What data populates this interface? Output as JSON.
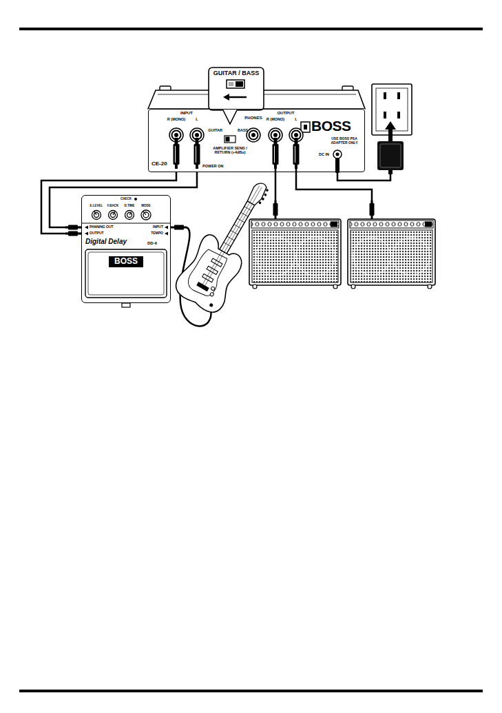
{
  "diagram": {
    "nodes": [
      {
        "text": [
          "BOSS",
          "CE-20"
        ]
      },
      {
        "text": [
          "GUITAR / BASS"
        ]
      },
      {
        "text": [
          "Digital Delay",
          "DD-6",
          "BOSS"
        ]
      }
    ],
    "edges": [
      {
        "from": 2,
        "to": 0,
        "arrow": "none"
      },
      {
        "from": 2,
        "to": 0,
        "arrow": "none"
      }
    ],
    "labels": [
      "INPUT",
      "R (MONO)",
      "L",
      "POWER ON",
      "GUITAR",
      "BASS",
      "AMPLIFIER SEND / RETURN (+4dBu)",
      "PHONES",
      "OUTPUT",
      "R (MONO)",
      "L",
      "USE BOSS PSA ADAPTER ONLY",
      "DC IN",
      "CHECK",
      "E.LEVEL",
      "F.BACK",
      "D.TIME",
      "MODE",
      "PANNING OUT",
      "OUTPUT",
      "INPUT",
      "TEMPO"
    ]
  }
}
